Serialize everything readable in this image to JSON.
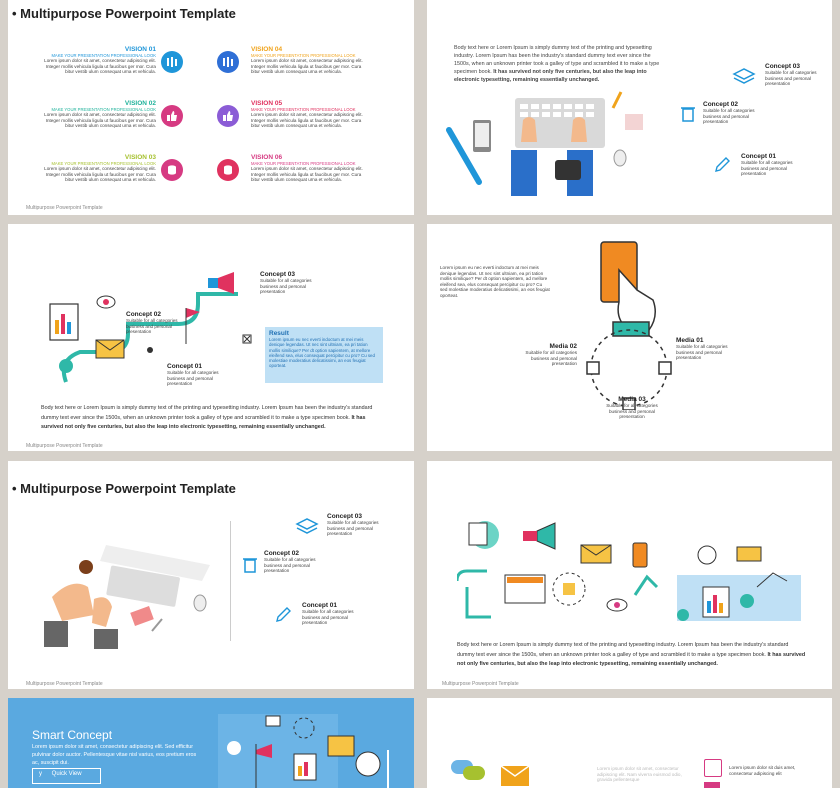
{
  "colors": {
    "blue": "#1f96d9",
    "green": "#1fb29b",
    "lime": "#a6c12f",
    "orange": "#f0a31b",
    "red": "#e0325f",
    "pink": "#d63a82",
    "purple": "#8b5cd6",
    "teal": "#2fb8a8",
    "slide7": "#5aa9e0"
  },
  "slide1": {
    "title": "Multipurpose Powerpoint Template",
    "footer": "Multipurpose Powerpoint Template",
    "visions": [
      {
        "heading": "VISION 01",
        "sub": "MAKE YOUR PRESENTATION PROFESSIONAL LOOK",
        "text": "Lorem ipsum dolor sit amet, consectetur adipiscing elit. Integer mollis vehicula ligula ut faucibus ger mor. Cura bitur vestib ulum consequat urna et vehicula.",
        "icon": "bars-icon"
      },
      {
        "heading": "VISION 02",
        "sub": "MAKE YOUR PRESENTATION PROFESSIONAL LOOK",
        "text": "Lorem ipsum dolor sit amet, consectetur adipiscing elit. Integer mollis vehicula ligula ut faucibus ger mor. Cura bitur vestib ulum consequat urna et vehicula.",
        "icon": "thumb-icon"
      },
      {
        "heading": "VISION 03",
        "sub": "MAKE YOUR PRESENTATION PROFESSIONAL LOOK",
        "text": "Lorem ipsum dolor sit amet, consectetur adipiscing elit. Integer mollis vehicula ligula ut faucibus ger mor. Cura bitur vestib ulum consequat urna et vehicula.",
        "icon": "database-icon"
      },
      {
        "heading": "VISION 04",
        "sub": "MAKE YOUR PRESENTATION PROFESSIONAL LOOK",
        "text": "Lorem ipsum dolor sit amet, consectetur adipiscing elit. Integer mollis vehicula ligula ut faucibus ger mor. Cura bitur vestib ulum consequat urna et vehicula.",
        "icon": "bars-icon"
      },
      {
        "heading": "VISION 05",
        "sub": "MAKE YOUR PRESENTATION PROFESSIONAL LOOK",
        "text": "Lorem ipsum dolor sit amet, consectetur adipiscing elit. Integer mollis vehicula ligula ut faucibus ger mor. Cura bitur vestib ulum consequat urna et vehicula.",
        "icon": "thumb-icon"
      },
      {
        "heading": "VISION 06",
        "sub": "MAKE YOUR PRESENTATION PROFESSIONAL LOOK",
        "text": "Lorem ipsum dolor sit amet, consectetur adipiscing elit. Integer mollis vehicula ligula ut faucibus ger mor. Cura bitur vestib ulum consequat urna et vehicula.",
        "icon": "database-icon"
      }
    ]
  },
  "slide2": {
    "body": "Body text here or Lorem Ipsum is simply dummy text of the printing and typesetting industry. Lorem Ipsum has been the industry's standard dummy text ever since the 1500s, when an unknown printer took a galley of type and scrambled it to make a type specimen book.",
    "body_bold": "It has survived not only five centuries, but also the leap into electronic typesetting, remaining essentially unchanged.",
    "concepts": [
      {
        "title": "Concept 03",
        "text": "Suitable for all categories business and personal presentation"
      },
      {
        "title": "Concept 02",
        "text": "Suitable for all categories business and personal presentation"
      },
      {
        "title": "Concept 01",
        "text": "Suitable for all categories business and personal presentation"
      }
    ]
  },
  "slide3": {
    "concepts": [
      {
        "title": "Concept 03",
        "text": "Suitable for all categories business and personal presentation"
      },
      {
        "title": "Concept 02",
        "text": "Suitable for all categories business and personal presentation"
      },
      {
        "title": "Concept 01",
        "text": "Suitable for all categories business and personal presentation"
      }
    ],
    "result_title": "Result",
    "result_text": "Lorem ipsum eu nec everti indoctum at mei meis denique legendas. Ut nec sint ultniam, ea pri tation mollis similique? Per dt option sapientem, at mellore eleifend sea, elus consequat percipitur cu pro? Cu sed molestiae moderatius delicatissimi, an eos feugiat oporteat.",
    "body": "Body text here or Lorem Ipsum is simply dummy text of the printing and typesetting industry. Lorem Ipsum has been the industry's standard dummy text ever since the 1500s, when an unknown printer took a galley of type and scrambled it to make a type specimen book.",
    "body_bold": "It has survived not only five centuries, but also the leap into electronic typesetting, remaining essentially unchanged.",
    "footer": "Multipurpose Powerpoint Template"
  },
  "slide4": {
    "intro": "Lorem ipsum eu nec everti indoctum at mei meis denique legendas. Ut nec sint ultniam, ea pri tation mollis similique? Per dt option sapientem, ad mellore eleifend sea, elus consequat percipitur cu pro? Cu sed molestiae moderatius delicatissimi, an eos feugiat oporteat.",
    "medias": [
      {
        "title": "Media 02",
        "text": "Suitable for all categories business and personal presentation"
      },
      {
        "title": "Media 01",
        "text": "Suitable for all categories business and personal presentation"
      },
      {
        "title": "Media 03",
        "text": "Suitable for all categories business and personal presentation"
      }
    ]
  },
  "slide5": {
    "title": "Multipurpose Powerpoint Template",
    "concepts": [
      {
        "title": "Concept 03",
        "text": "Suitable for all categories business and personal presentation"
      },
      {
        "title": "Concept 02",
        "text": "Suitable for all categories business and personal presentation"
      },
      {
        "title": "Concept 01",
        "text": "Suitable for all categories business and personal presentation"
      }
    ],
    "footer": "Multipurpose Powerpoint Template"
  },
  "slide6": {
    "body": "Body text here or Lorem Ipsum is simply dummy text of the printing and typesetting industry. Lorem Ipsum has been the industry's standard dummy text ever since the 1500s, when an unknown printer took a galley of type and scrambled it to make a type specimen book.",
    "body_bold": "It has survived not only five centuries, but also the leap into electronic typesetting, remaining essentially unchanged.",
    "footer": "Multipurpose Powerpoint Template"
  },
  "slide7": {
    "title": "Smart Concept",
    "text": "Lorem ipsum dolor sit amet, consectetur adipiscing elit. Sed efficitur pulvinar dolor auctor. Pellentesque vitae nisl varius, eos pretium eros ac, suscipit dui.",
    "button_letter": "y",
    "button": "Quick View"
  },
  "slide8": {
    "text_faint": "Lorem ipsum dolor sit amet, consectetur adipiscing elit. Nam viverra euismod odio, gravida pellentesque",
    "item_text": "Lorem ipsum dolor sit duis amet, consectetur adipiscing elit"
  }
}
